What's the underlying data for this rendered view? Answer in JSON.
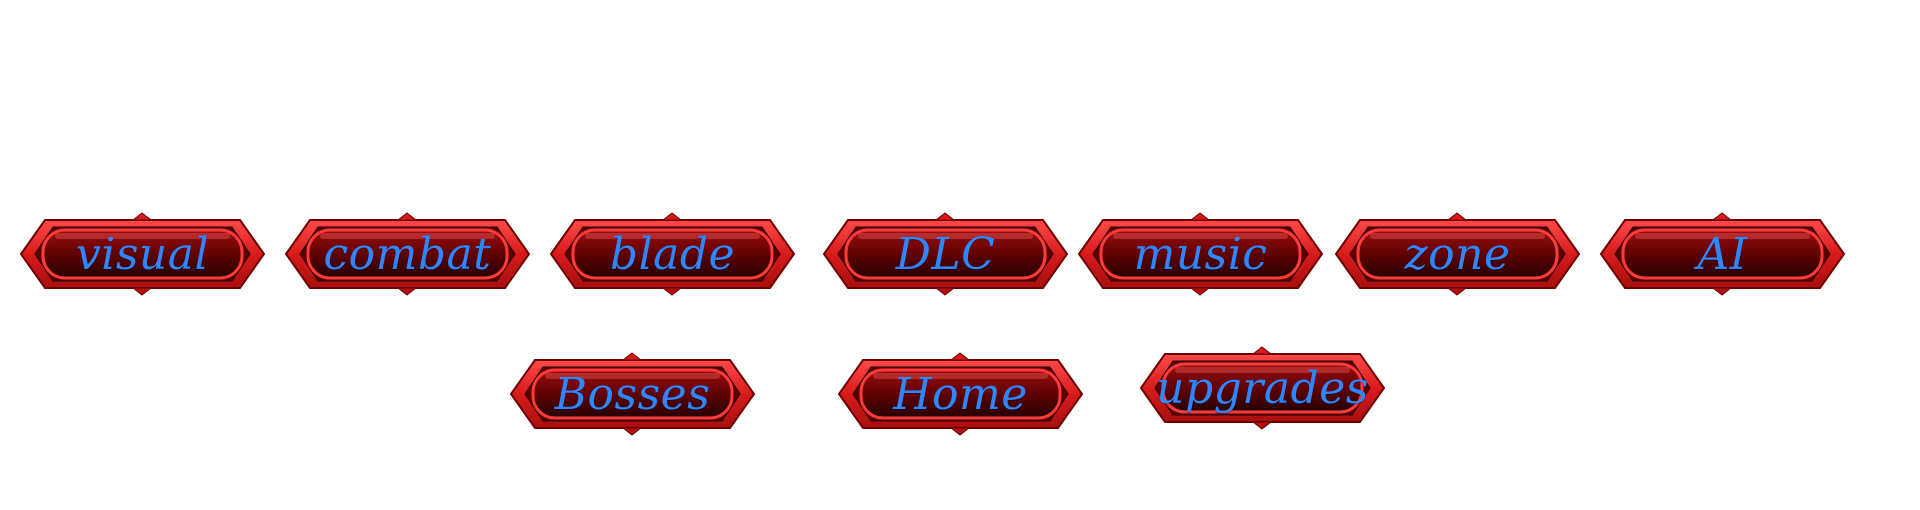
{
  "colors": {
    "label": "#2f86ff",
    "frame_outer": "#e32a2a",
    "frame_inner": "#7a0707",
    "body_top": "#8c0b0b",
    "body_bottom": "#2a0000"
  },
  "nav": {
    "row1": [
      {
        "label": "visual"
      },
      {
        "label": "combat"
      },
      {
        "label": "blade"
      },
      {
        "label": "DLC"
      },
      {
        "label": "music"
      },
      {
        "label": "zone"
      },
      {
        "label": "AI"
      }
    ],
    "row2": [
      {
        "label": "Bosses"
      },
      {
        "label": "Home"
      },
      {
        "label": "upgrades"
      }
    ]
  }
}
